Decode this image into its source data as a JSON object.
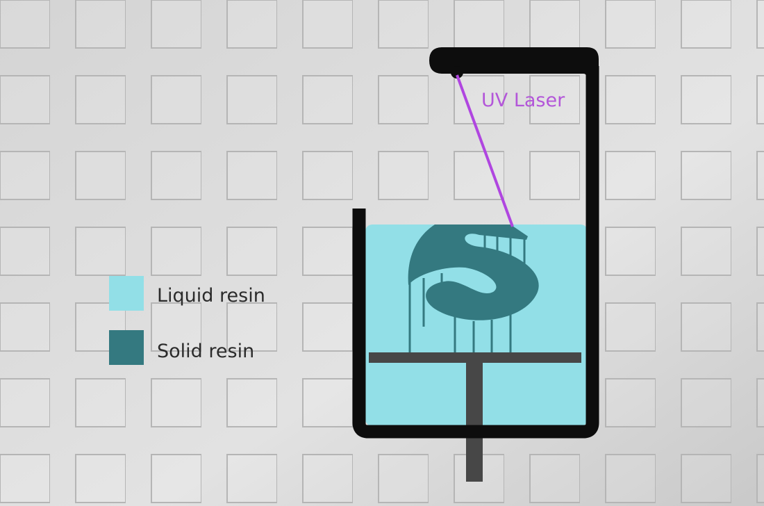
{
  "title": "Stereolithography (SLA) 3D printing process",
  "laser_label": "UV Laser",
  "legend": [
    {
      "label": "Liquid resin",
      "color": "#92dfe7"
    },
    {
      "label": "Solid resin",
      "color": "#347980"
    }
  ],
  "colors": {
    "frame": "#0d0d0d",
    "platform": "#474747",
    "laser": "#b046e0",
    "background": "#dcdcdc"
  }
}
